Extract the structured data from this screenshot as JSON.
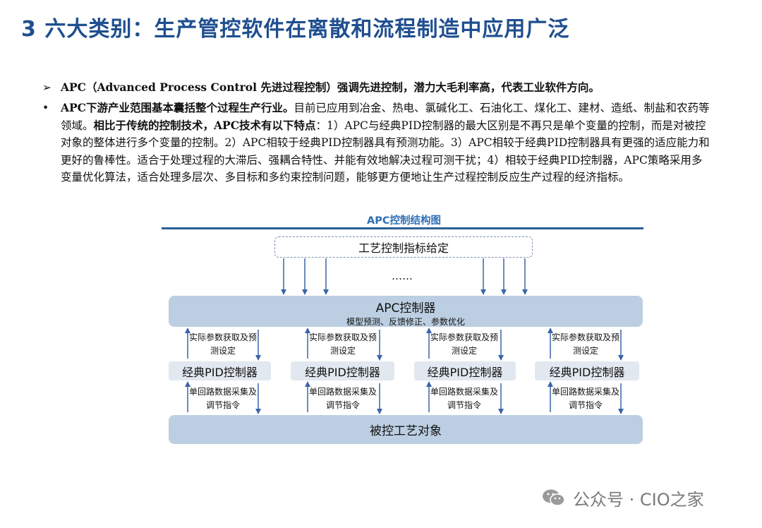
{
  "title": "3 六大类别：生产管控软件在离散和流程制造中应用广泛",
  "paragraphs": {
    "p1_bullet": "➢",
    "p1": "APC（Advanced Process Control 先进过程控制）强调先进控制，潜力大毛利率高，代表工业软件方向。",
    "p2_bullet": "•",
    "p2_bold1": "APC下游产业范围基本囊括整个过程生产行业。",
    "p2_text1": "目前已应用到冶金、热电、氯碱化工、石油化工、煤化工、建材、造纸、制盐和农药等领域。",
    "p2_bold2": "相比于传统的控制技术，APC技术有以下特点",
    "p2_text2": "：1）APC与经典PID控制器的最大区别是不再只是单个变量的控制，而是对被控对象的整体进行多个变量的控制。2）APC相较于经典PID控制器具有预测功能。3）APC相较于经典PID控制器具有更强的适应能力和更好的鲁棒性。适合于处理过程的大滞后、强耦合特性、并能有效地解决过程可测干扰；4）相较于经典PID控制器，APC策略采用多变量优化算法，适合处理多层次、多目标和多约束控制问题，能够更方便地让生产过程控制反应生产过程的经济指标。"
  },
  "diagram": {
    "title": "APC控制结构图",
    "target": "工艺控制指标给定",
    "dots": "……",
    "apc_label": "APC控制器",
    "apc_sub": "模型预测、反馈修正、参数优化",
    "columns": [
      {
        "upper": "实际参数获取及预测设定",
        "pid": "经典PID控制器",
        "lower": "单回路数据采集及调节指令"
      },
      {
        "upper": "实际参数获取及预测设定",
        "pid": "经典PID控制器",
        "lower": "单回路数据采集及调节指令"
      },
      {
        "upper": "实际参数获取及预测设定",
        "pid": "经典PID控制器",
        "lower": "单回路数据采集及调节指令"
      },
      {
        "upper": "实际参数获取及预测设定",
        "pid": "经典PID控制器",
        "lower": "单回路数据采集及调节指令"
      }
    ],
    "plant": "被控工艺对象"
  },
  "watermark": "公众号 · CIO之家",
  "colors": {
    "title": "#1f4f8f",
    "box_fill": "#bccfe2",
    "arrow": "#3a64a8",
    "rule": "#2c5f94"
  }
}
